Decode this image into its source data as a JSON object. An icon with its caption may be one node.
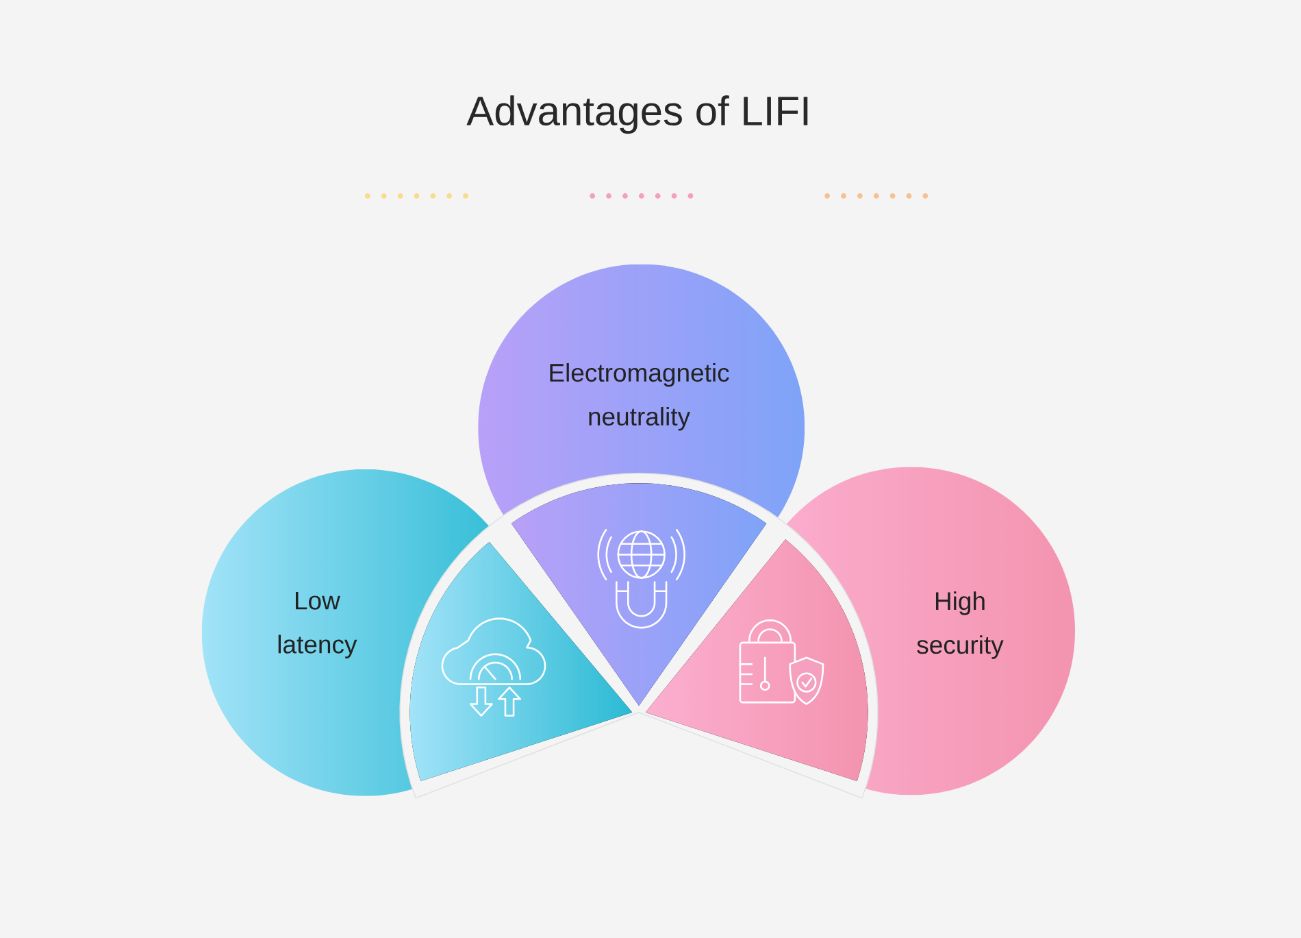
{
  "diagram": {
    "title": "Advantages of LIFI",
    "nodes": [
      {
        "text": [
          "Electromagnetic neutrality"
        ]
      },
      {
        "text": [
          "Low latency"
        ]
      },
      {
        "text": [
          "High security"
        ]
      }
    ]
  }
}
